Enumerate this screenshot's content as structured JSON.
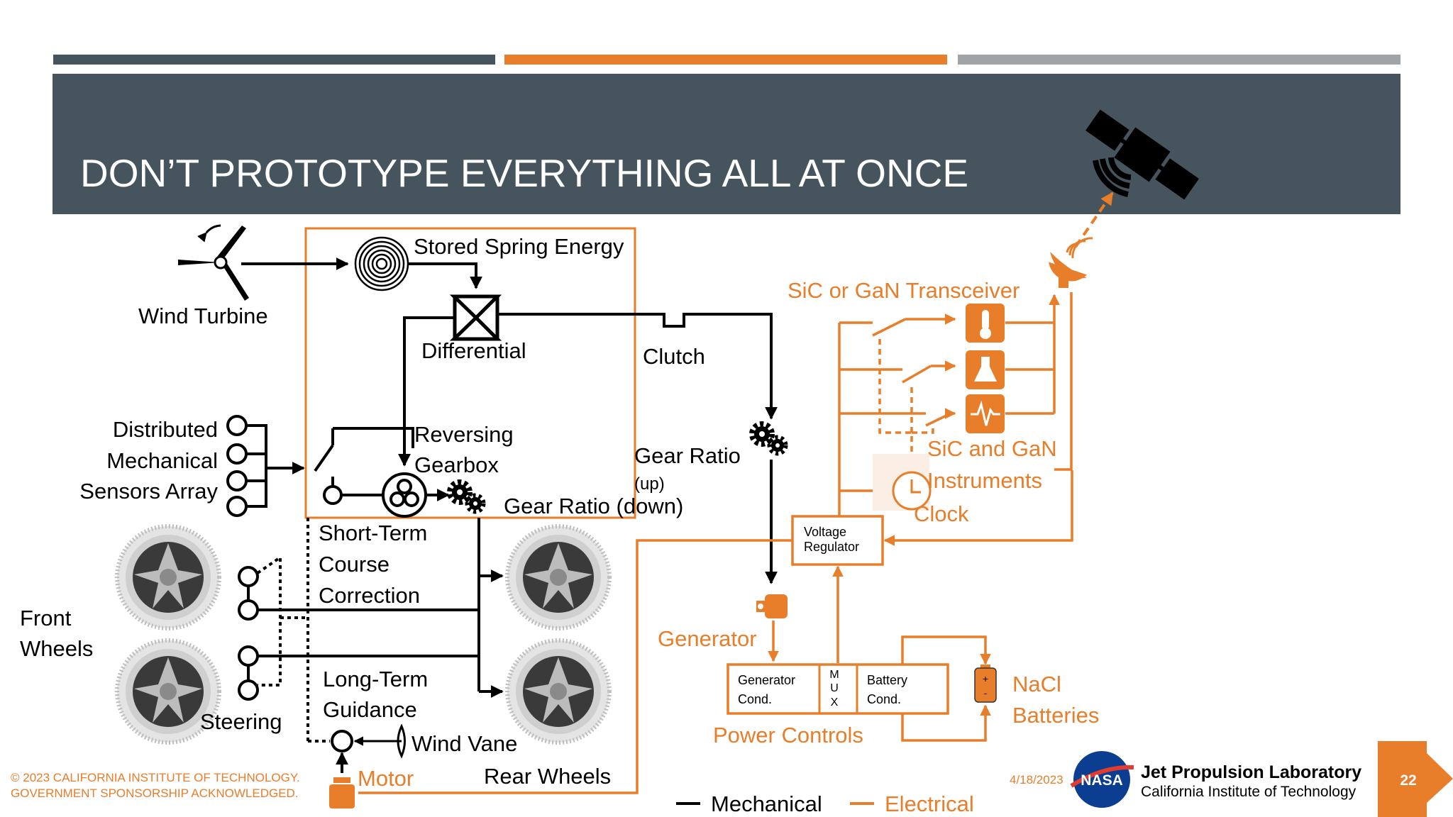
{
  "colors": {
    "slate": "#46545d",
    "orange": "#e87d2a",
    "gray": "#9ea4a8",
    "black": "#000000",
    "white": "#ffffff"
  },
  "slide": {
    "title": "DON’T PROTOTYPE EVERYTHING ALL AT ONCE",
    "page_number": "22",
    "date": "4/18/2023",
    "copyright_line1": "© 2023 CALIFORNIA INSTITUTE OF TECHNOLOGY.",
    "copyright_line2": "GOVERNMENT SPONSORSHIP ACKNOWLEDGED.",
    "jpl_name": "Jet Propulsion Laboratory",
    "jpl_sub": "California Institute of Technology",
    "nasa_logo_text": "NASA"
  },
  "diagram": {
    "wind_turbine": "Wind Turbine",
    "stored_spring": "Stored Spring Energy",
    "differential": "Differential",
    "clutch": "Clutch",
    "reversing_gearbox": [
      "Reversing",
      "Gearbox"
    ],
    "sensors_array": [
      "Distributed",
      "Mechanical",
      "Sensors Array"
    ],
    "gear_ratio_up": [
      "Gear Ratio",
      "(up)"
    ],
    "gear_ratio_down": [
      "Gear Ratio (down)"
    ],
    "short_term": [
      "Short-Term",
      "Course",
      "Correction"
    ],
    "front_wheels": [
      "Front",
      "Wheels"
    ],
    "steering": "Steering",
    "long_term": [
      "Long-Term",
      "Guidance"
    ],
    "wind_vane": "Wind Vane",
    "motor": "Motor",
    "rear_wheels": "Rear Wheels",
    "transceiver": "SiC or GaN Transceiver",
    "instruments": [
      "SiC and GaN",
      "Instruments"
    ],
    "clock": "Clock",
    "voltage_regulator": [
      "Voltage",
      "Regulator"
    ],
    "generator": "Generator",
    "generator_cond": [
      "Generator",
      "Cond."
    ],
    "mux": [
      "M",
      "U",
      "X"
    ],
    "battery_cond": [
      "Battery",
      "Cond."
    ],
    "power_controls": "Power Controls",
    "nacl_batteries": [
      "NaCl",
      "Batteries"
    ],
    "legend_mechanical": "Mechanical",
    "legend_electrical": "Electrical",
    "icons": [
      "wind-turbine-icon",
      "spiral-spring-icon",
      "differential-icon",
      "clutch-icon",
      "gears-icon",
      "thermometer-icon",
      "flask-icon",
      "waveform-icon",
      "clock-icon",
      "satellite-icon",
      "dish-antenna-icon",
      "battery-icon",
      "wheel-icon",
      "motor-icon",
      "wind-vane-icon"
    ]
  }
}
